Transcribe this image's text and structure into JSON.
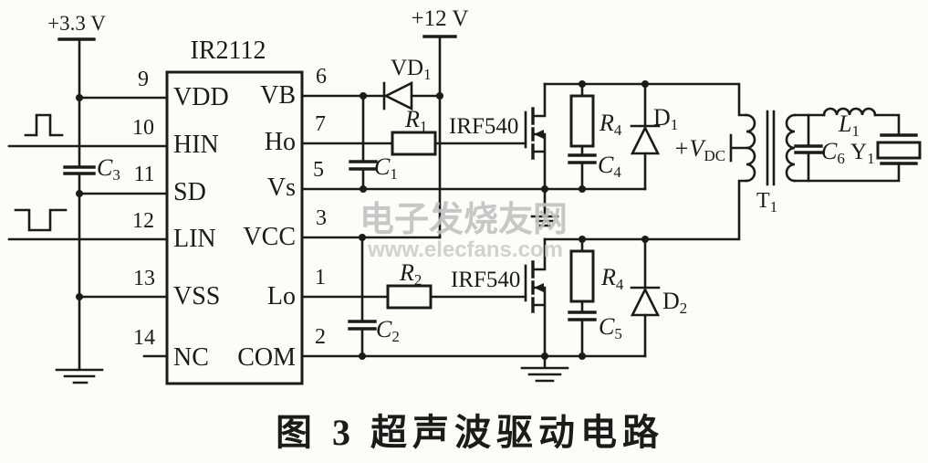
{
  "colors": {
    "ink": "#1b1b1b",
    "paper": "#fcfcfa",
    "watermark": "#c2c2c2",
    "watermark2": "#cdcdcd"
  },
  "supplies": {
    "v33": "+3.3 V",
    "v12": "+12 V",
    "vdc": {
      "base": "+V",
      "sub": "DC"
    }
  },
  "ic": {
    "title": "IR2112",
    "left_pins": [
      {
        "num": "9",
        "name": "VDD"
      },
      {
        "num": "10",
        "name": "HIN"
      },
      {
        "num": "11",
        "name": "SD"
      },
      {
        "num": "12",
        "name": "LIN"
      },
      {
        "num": "13",
        "name": "VSS"
      },
      {
        "num": "14",
        "name": "NC"
      }
    ],
    "right_pins": [
      {
        "num": "6",
        "name": "VB"
      },
      {
        "num": "7",
        "name": "Ho"
      },
      {
        "num": "5",
        "name": "Vs"
      },
      {
        "num": "3",
        "name": "VCC"
      },
      {
        "num": "1",
        "name": "Lo"
      },
      {
        "num": "2",
        "name": "COM"
      }
    ]
  },
  "components": {
    "vd1": {
      "base": "VD",
      "sub": "1"
    },
    "r1": {
      "base": "R",
      "sub": "1"
    },
    "r2": {
      "base": "R",
      "sub": "2"
    },
    "r4_top": {
      "base": "R",
      "sub": "4"
    },
    "r4_bottom": {
      "base": "R",
      "sub": "4"
    },
    "c1": {
      "base": "C",
      "sub": "1"
    },
    "c2": {
      "base": "C",
      "sub": "2"
    },
    "c3": {
      "base": "C",
      "sub": "3"
    },
    "c4": {
      "base": "C",
      "sub": "4"
    },
    "c5": {
      "base": "C",
      "sub": "5"
    },
    "c6": {
      "base": "C",
      "sub": "6"
    },
    "d1": {
      "base": "D",
      "sub": "1"
    },
    "d2": {
      "base": "D",
      "sub": "2"
    },
    "t1": {
      "base": "T",
      "sub": "1"
    },
    "l1": {
      "base": "L",
      "sub": "1"
    },
    "y1": {
      "base": "Y",
      "sub": "1"
    },
    "mosfet_top": "IRF540",
    "mosfet_bottom": "IRF540"
  },
  "watermark": {
    "line1": "电子发烧友网",
    "line2": "www.elecfans.com"
  },
  "caption": "图 3  超声波驱动电路"
}
